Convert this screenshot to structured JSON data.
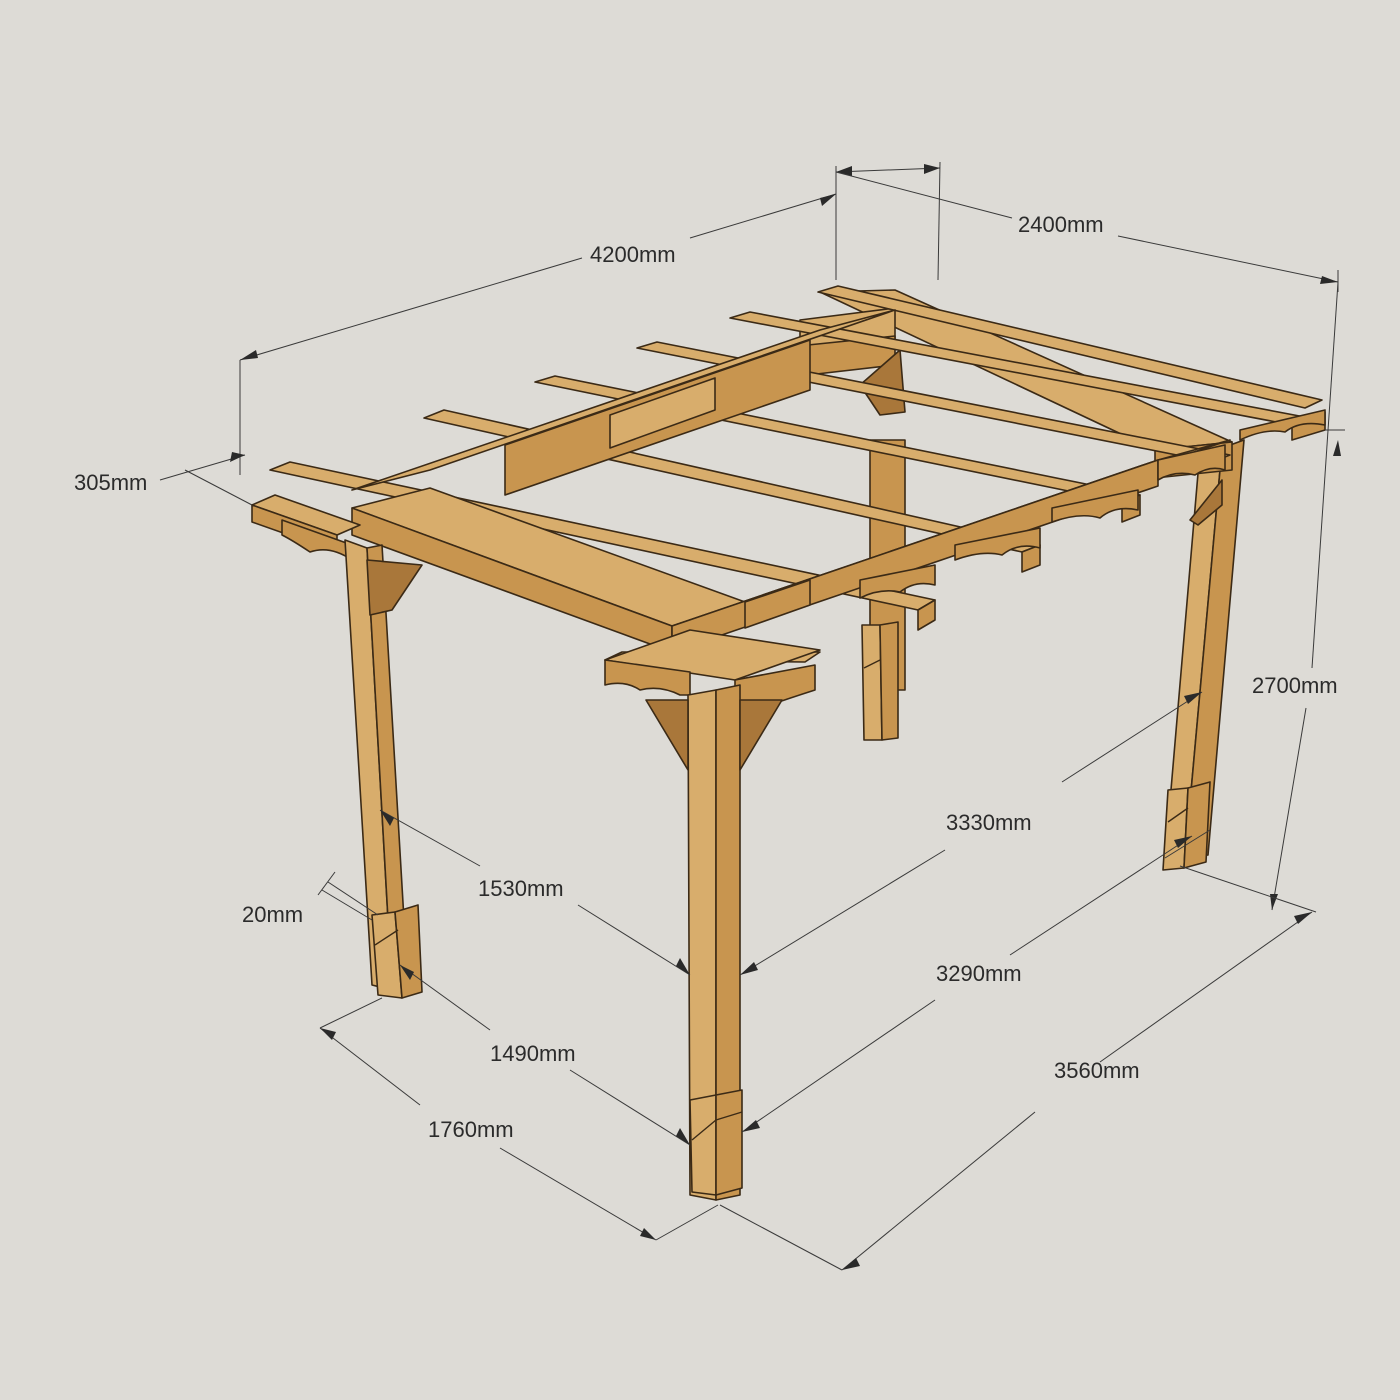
{
  "diagram": {
    "subject": "pergola",
    "background_color": "#dddbd6",
    "wood_colors": {
      "top": "#d8ad6c",
      "side": "#c8954f",
      "shadow": "#a9773a",
      "outline": "#3b2a16"
    },
    "dimensions": {
      "width_4200": "4200mm",
      "depth_2400": "2400mm",
      "overhang_305": "305mm",
      "height_2700": "2700mm",
      "span_3330": "3330mm",
      "span_1530": "1530mm",
      "gap_20": "20mm",
      "span_3290": "3290mm",
      "span_1490": "1490mm",
      "span_3560": "3560mm",
      "span_1760": "1760mm"
    }
  }
}
